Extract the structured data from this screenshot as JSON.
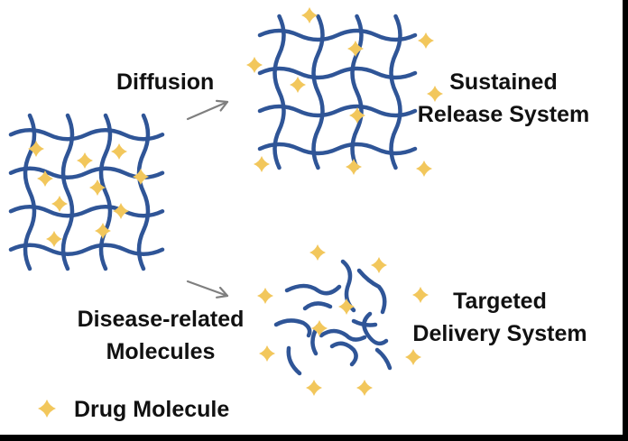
{
  "colors": {
    "network": "#2f5597",
    "drug": "#f2c75c",
    "arrow": "#7f7f7f",
    "text": "#111111",
    "background": "#ffffff",
    "frame": "#000000"
  },
  "icons": {
    "drug_marker": "four-point-star",
    "process_arrow": "thin-arrow"
  },
  "labels": {
    "diffusion": "Diffusion",
    "sustained_line1": "Sustained",
    "sustained_line2": "Release System",
    "disease_line1": "Disease-related",
    "disease_line2": "Molecules",
    "targeted_line1": "Targeted",
    "targeted_line2": "Delivery System",
    "legend_drug": "Drug Molecule"
  }
}
